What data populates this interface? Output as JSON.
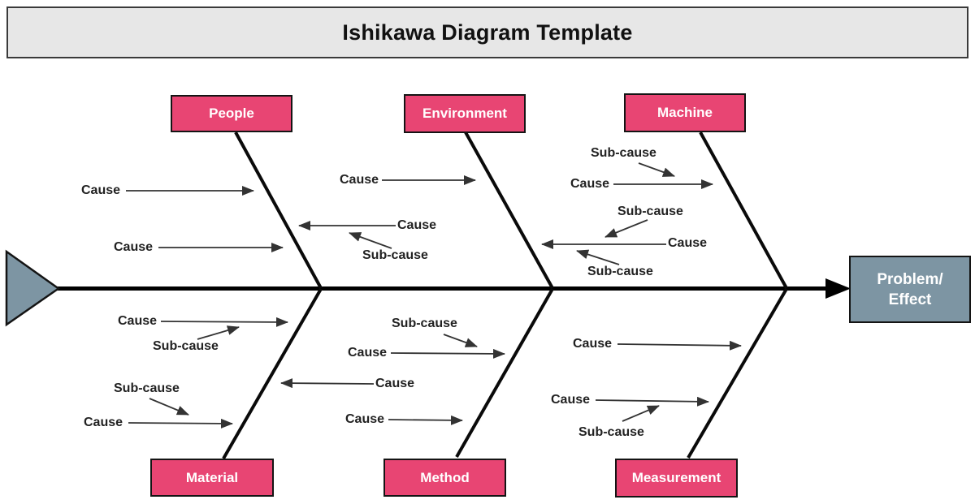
{
  "title": "Ishikawa Diagram Template",
  "problem": {
    "line1": "Problem/",
    "line2": "Effect"
  },
  "branches": [
    {
      "name": "People",
      "position": "top",
      "annotations": [
        "Cause",
        "Cause"
      ]
    },
    {
      "name": "Environment",
      "position": "top",
      "annotations": [
        "Cause",
        "Cause",
        "Sub-cause"
      ]
    },
    {
      "name": "Machine",
      "position": "top",
      "annotations": [
        "Sub-cause",
        "Cause",
        "Sub-cause",
        "Cause",
        "Sub-cause"
      ]
    },
    {
      "name": "Material",
      "position": "bottom",
      "annotations": [
        "Cause",
        "Sub-cause",
        "Sub-cause",
        "Cause"
      ]
    },
    {
      "name": "Method",
      "position": "bottom",
      "annotations": [
        "Sub-cause",
        "Cause",
        "Cause",
        "Cause"
      ]
    },
    {
      "name": "Measurement",
      "position": "bottom",
      "annotations": [
        "Cause",
        "Cause",
        "Sub-cause"
      ]
    }
  ],
  "colors": {
    "category_fill": "#e84573",
    "node_fill": "#7d95a3",
    "title_background": "#e7e7e7",
    "bone_stroke": "#000000",
    "arrow_stroke": "#333333",
    "label_text": "#222222"
  }
}
